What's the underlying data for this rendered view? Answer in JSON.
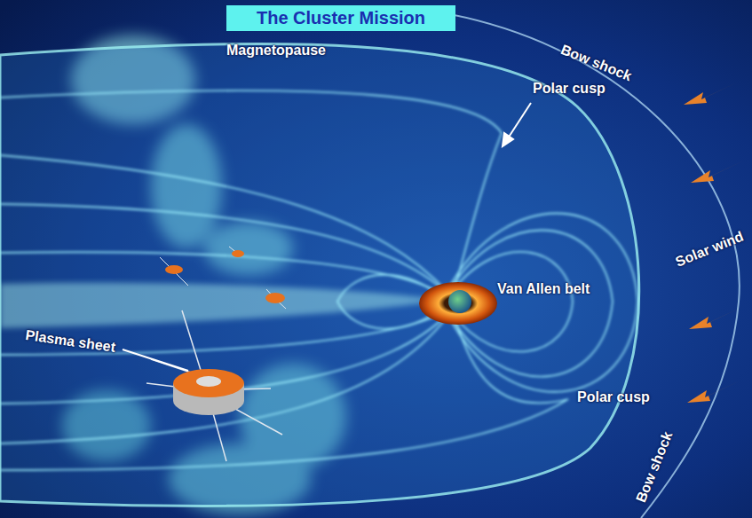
{
  "diagram": {
    "title": "The Cluster Mission",
    "labels": [
      "Magnetopause",
      "Bow shock",
      "Polar cusp",
      "Solar wind",
      "Van Allen belt",
      "Plasma sheet",
      "Polar cusp",
      "Bow shock"
    ]
  }
}
